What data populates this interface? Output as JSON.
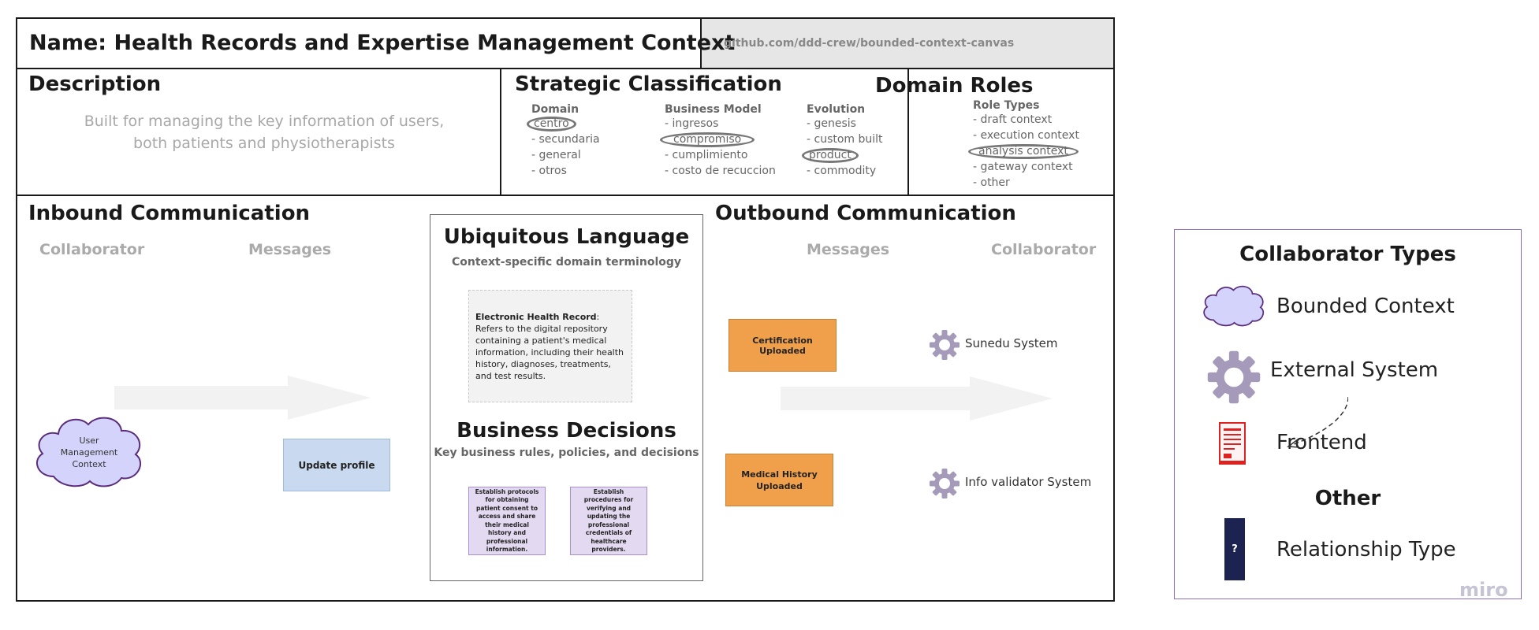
{
  "canvas": {
    "name": "Name: Health Records and Expertise Management Context",
    "url": "github.com/ddd-crew/bounded-context-canvas"
  },
  "description": {
    "heading": "Description",
    "text": "Built for managing the key information of users, both patients and physiotherapists"
  },
  "strategic": {
    "heading": "Strategic Classification",
    "domain": {
      "heading": "Domain",
      "items": [
        {
          "label": "centro",
          "selected": true
        },
        {
          "label": "- secundaria",
          "selected": false
        },
        {
          "label": "- general",
          "selected": false
        },
        {
          "label": "- otros",
          "selected": false
        }
      ]
    },
    "business_model": {
      "heading": "Business Model",
      "items": [
        {
          "label": "- ingresos",
          "selected": false
        },
        {
          "label": "compromiso",
          "selected": true
        },
        {
          "label": "- cumplimiento",
          "selected": false
        },
        {
          "label": "- costo de recuccion",
          "selected": false
        }
      ]
    },
    "evolution": {
      "heading": "Evolution",
      "items": [
        {
          "label": "- genesis",
          "selected": false
        },
        {
          "label": "- custom built",
          "selected": false
        },
        {
          "label": "product",
          "selected": true
        },
        {
          "label": "- commodity",
          "selected": false
        }
      ]
    }
  },
  "domain_roles": {
    "heading": "Domain Roles",
    "subheading": "Role Types",
    "items": [
      {
        "label": "- draft context",
        "selected": false
      },
      {
        "label": "- execution context",
        "selected": false
      },
      {
        "label": "analysis context",
        "selected": true
      },
      {
        "label": "- gateway context",
        "selected": false
      },
      {
        "label": "- other",
        "selected": false
      }
    ]
  },
  "inbound": {
    "heading": "Inbound Communication",
    "collaborator_label": "Collaborator",
    "messages_label": "Messages",
    "collaborator": "User Management Context",
    "message": "Update profile"
  },
  "ubiquitous": {
    "heading": "Ubiquitous Language",
    "subheading": "Context-specific domain terminology",
    "term": "Electronic Health Record",
    "definition": ": Refers to the digital repository containing a patient's medical information, including their health history, diagnoses, treatments, and test results."
  },
  "business_decisions": {
    "heading": "Business Decisions",
    "subheading": "Key business rules, policies, and decisions",
    "items": [
      "Establish protocols for obtaining patient consent to access and share their medical history and professional information.",
      "Establish procedures for verifying and updating the professional credentials of healthcare providers."
    ]
  },
  "outbound": {
    "heading": "Outbound Communication",
    "messages_label": "Messages",
    "collaborator_label": "Collaborator",
    "messages": [
      "Certification Uploaded",
      "Medical History Uploaded"
    ],
    "collaborators": [
      "Sunedu System",
      "Info validator System"
    ]
  },
  "legend": {
    "title": "Collaborator Types",
    "items": [
      "Bounded Context",
      "External System",
      "Frontend"
    ],
    "other_title": "Other",
    "relationship_label": "Relationship Type",
    "relationship_symbol": "?"
  },
  "watermark": "miro",
  "colors": {
    "message_orange": "#f0a04b",
    "message_blue": "#c9daf0",
    "decision_purple": "#e3d9f1",
    "cloud_fill": "#d3d3fb",
    "gear": "#a59ab9",
    "legend_border": "#8a6fc0",
    "relationship_box": "#1c2350"
  }
}
